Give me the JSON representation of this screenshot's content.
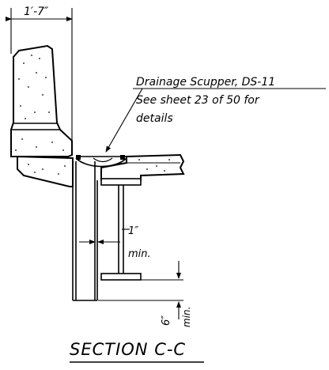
{
  "dimensions": {
    "barrier_width": "1′-7″",
    "clearance_value": "1″",
    "clearance_unit": "min.",
    "bottom_value": "6″",
    "bottom_unit": "min."
  },
  "callout": {
    "line1": "Drainage Scupper, DS-11",
    "line2": "See sheet 23 of 50 for",
    "line3": "details"
  },
  "section_title": "SECTION C-C"
}
